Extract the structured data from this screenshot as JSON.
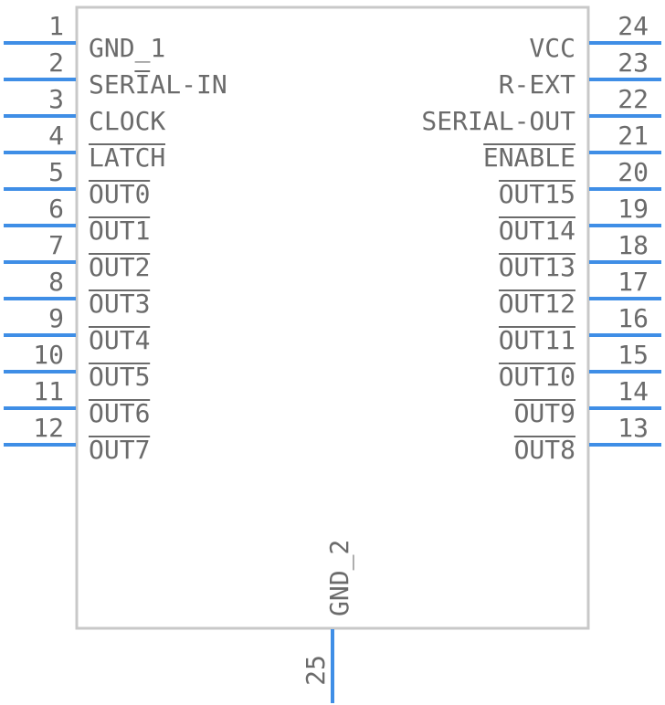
{
  "component": {
    "body_color": "#c8c8c8",
    "pin_color": "#3f8ee6",
    "text_color": "#6b6b6b",
    "overline_color": "#6b6b6b"
  },
  "pins_left": [
    {
      "number": "1",
      "name": "GND_1",
      "bar": ""
    },
    {
      "number": "2",
      "name": "SERIAL-IN",
      "bar": "I"
    },
    {
      "number": "3",
      "name": "CLOCK",
      "bar": ""
    },
    {
      "number": "4",
      "name": "LATCH",
      "bar": "full"
    },
    {
      "number": "5",
      "name": "OUT0",
      "bar": "full"
    },
    {
      "number": "6",
      "name": "OUT1",
      "bar": "full"
    },
    {
      "number": "7",
      "name": "OUT2",
      "bar": "full"
    },
    {
      "number": "8",
      "name": "OUT3",
      "bar": "full"
    },
    {
      "number": "9",
      "name": "OUT4",
      "bar": "full"
    },
    {
      "number": "10",
      "name": "OUT5",
      "bar": "full"
    },
    {
      "number": "11",
      "name": "OUT6",
      "bar": "full"
    },
    {
      "number": "12",
      "name": "OUT7",
      "bar": "full"
    }
  ],
  "pins_right": [
    {
      "number": "24",
      "name": "VCC",
      "bar": ""
    },
    {
      "number": "23",
      "name": "R-EXT",
      "bar": ""
    },
    {
      "number": "22",
      "name": "SERIAL-OUT",
      "bar": ""
    },
    {
      "number": "21",
      "name": "ENABLE",
      "bar": "full"
    },
    {
      "number": "20",
      "name": "OUT15",
      "bar": "full"
    },
    {
      "number": "19",
      "name": "OUT14",
      "bar": "full"
    },
    {
      "number": "18",
      "name": "OUT13",
      "bar": "full"
    },
    {
      "number": "17",
      "name": "OUT12",
      "bar": "full"
    },
    {
      "number": "16",
      "name": "OUT11",
      "bar": "full"
    },
    {
      "number": "15",
      "name": "OUT10",
      "bar": "full"
    },
    {
      "number": "14",
      "name": "OUT9",
      "bar": "full"
    },
    {
      "number": "13",
      "name": "OUT8",
      "bar": "full"
    }
  ],
  "pin_bottom": {
    "number": "25",
    "name": "GND_2"
  }
}
